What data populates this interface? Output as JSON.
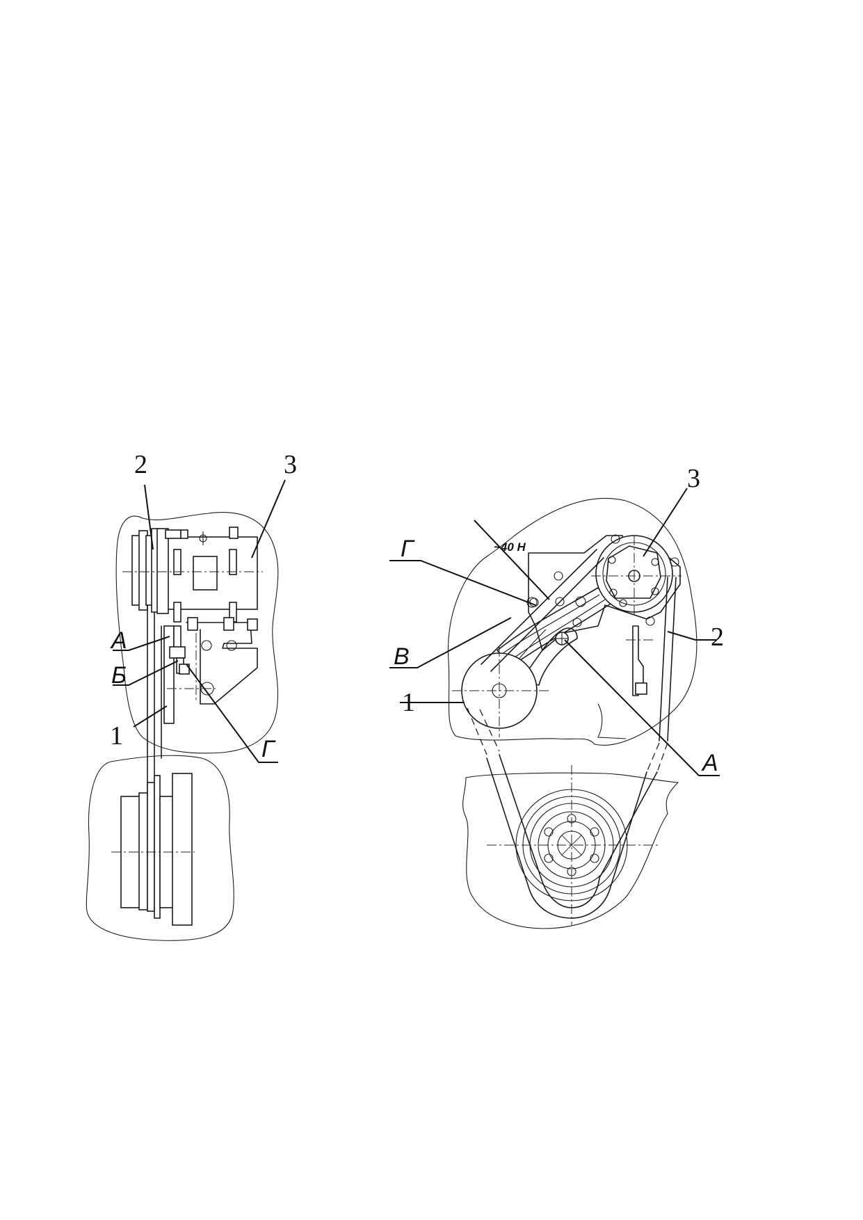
{
  "side_view": {
    "labels": {
      "n2": "2",
      "n3": "3",
      "n1": "1",
      "a": "А",
      "b": "Б",
      "g": "Г"
    }
  },
  "front_view": {
    "labels": {
      "n3": "3",
      "n2": "2",
      "n1": "1",
      "g": "Г",
      "v": "В",
      "a": "А",
      "force": "~40 Н"
    }
  }
}
